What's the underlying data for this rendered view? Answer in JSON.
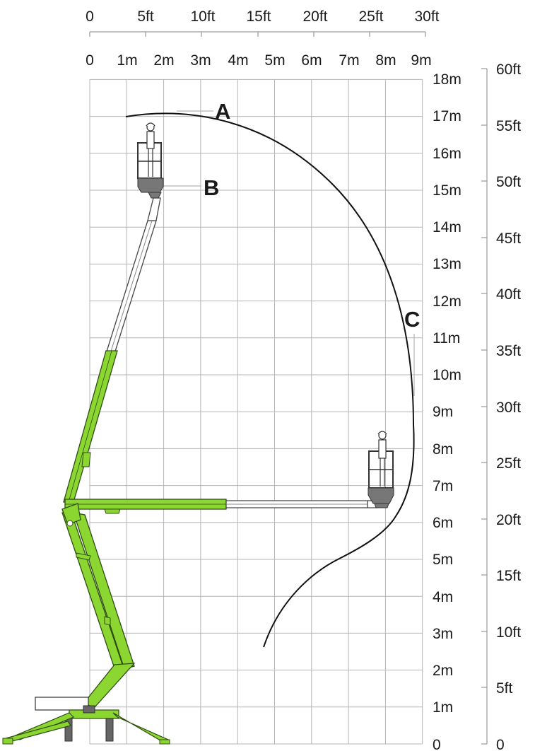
{
  "top_axis_ft": {
    "labels": [
      "0",
      "5ft",
      "10ft",
      "15ft",
      "20ft",
      "25ft",
      "30ft"
    ],
    "values": [
      0,
      5,
      10,
      15,
      20,
      25,
      30
    ]
  },
  "top_axis_m": {
    "labels": [
      "0",
      "1m",
      "2m",
      "3m",
      "4m",
      "5m",
      "6m",
      "7m",
      "8m",
      "9m"
    ],
    "values": [
      0,
      1,
      2,
      3,
      4,
      5,
      6,
      7,
      8,
      9
    ]
  },
  "right_axis_m": {
    "labels": [
      "0",
      "1m",
      "2m",
      "3m",
      "4m",
      "5m",
      "6m",
      "7m",
      "8m",
      "9m",
      "10m",
      "11m",
      "12m",
      "13m",
      "14m",
      "15m",
      "16m",
      "17m",
      "18m"
    ],
    "values": [
      0,
      1,
      2,
      3,
      4,
      5,
      6,
      7,
      8,
      9,
      10,
      11,
      12,
      13,
      14,
      15,
      16,
      17,
      18
    ]
  },
  "right_axis_ft": {
    "labels": [
      "0",
      "5ft",
      "10ft",
      "15ft",
      "20ft",
      "25ft",
      "30ft",
      "35ft",
      "40ft",
      "45ft",
      "50ft",
      "55ft",
      "60ft"
    ],
    "values": [
      0,
      5,
      10,
      15,
      20,
      25,
      30,
      35,
      40,
      45,
      50,
      55,
      60
    ]
  },
  "markers": {
    "a": "A",
    "b": "B",
    "c": "C"
  },
  "colors": {
    "machine": "#8cd632",
    "machine_outline": "#2e4d10",
    "grid": "#b4b4b4",
    "envelope": "#111111",
    "basket": "#777777"
  }
}
